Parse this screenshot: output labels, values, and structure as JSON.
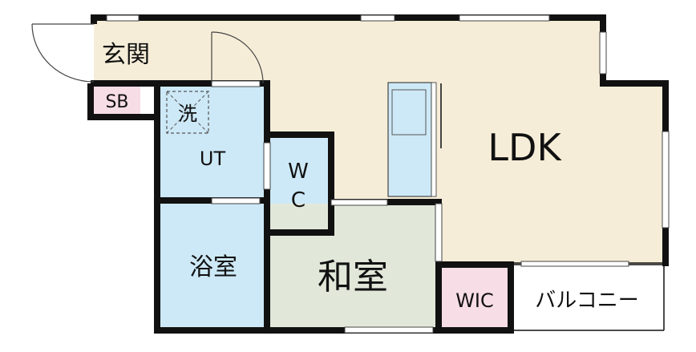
{
  "colors": {
    "wall": "#111111",
    "ldk_floor": "#f6edd8",
    "wet_floor": "#cde9f7",
    "washitsu_floor": "#e2e8d9",
    "wic_floor": "#f7dde6",
    "balcony_floor": "#ffffff",
    "sb_floor": "#f7dde6"
  },
  "rooms": {
    "genkan": "玄関",
    "shoe_box": "SB",
    "washer": "洗",
    "utility": "UT",
    "wc_line1": "W",
    "wc_line2": "C",
    "bath": "浴室",
    "washitsu": "和室",
    "ldk": "LDK",
    "wic": "WIC",
    "balcony": "バルコニー"
  },
  "icons": {
    "entrance_door": "door-swing-icon",
    "inner_door": "door-swing-icon",
    "kitchen": "kitchen-counter-icon",
    "washer_space": "washer-space-icon"
  }
}
